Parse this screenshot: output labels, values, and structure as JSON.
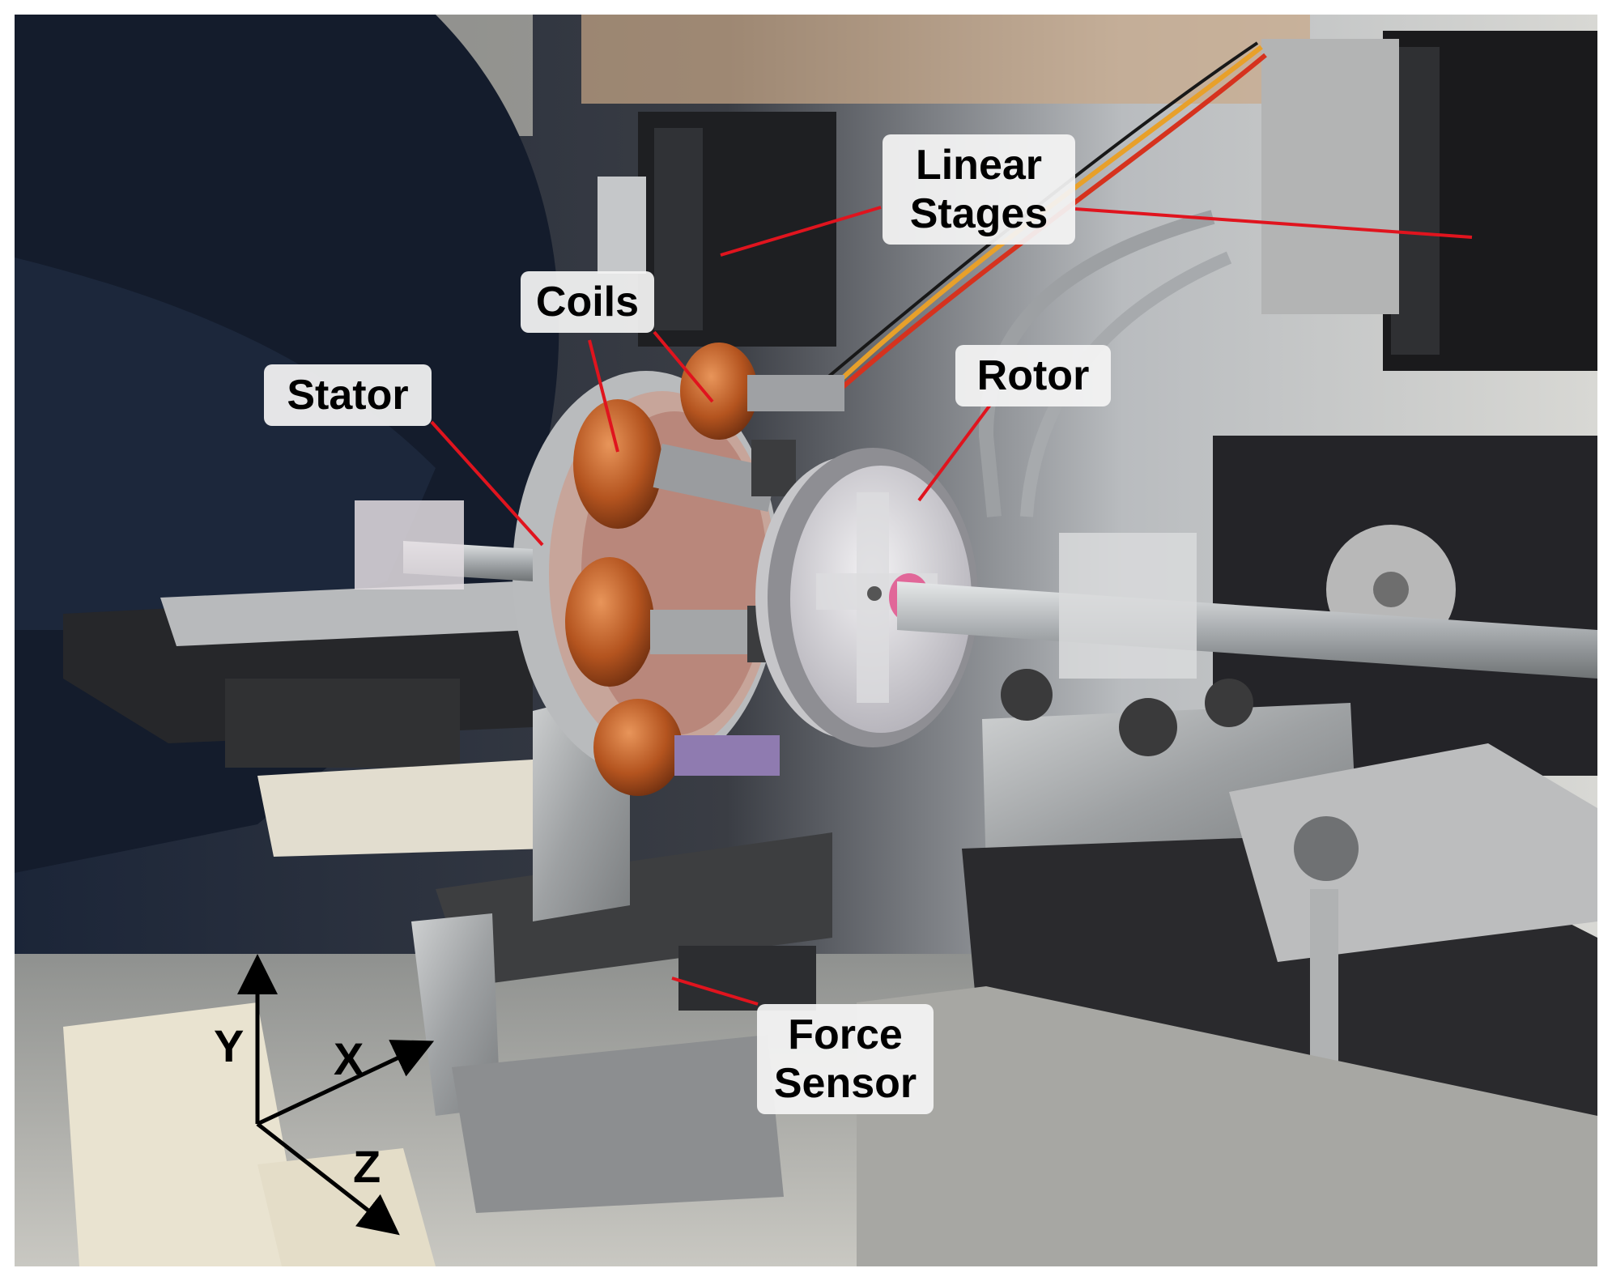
{
  "figure": {
    "labels": {
      "linear_stages": [
        "Linear",
        "Stages"
      ],
      "coils": "Coils",
      "stator": "Stator",
      "rotor": "Rotor",
      "force_sensor": [
        "Force",
        "Sensor"
      ]
    },
    "axes": {
      "x": "X",
      "y": "Y",
      "z": "Z"
    },
    "colors": {
      "leader_line": "#e0141e",
      "label_background": "#f4f4f4",
      "axis_arrows": "#000000"
    }
  }
}
